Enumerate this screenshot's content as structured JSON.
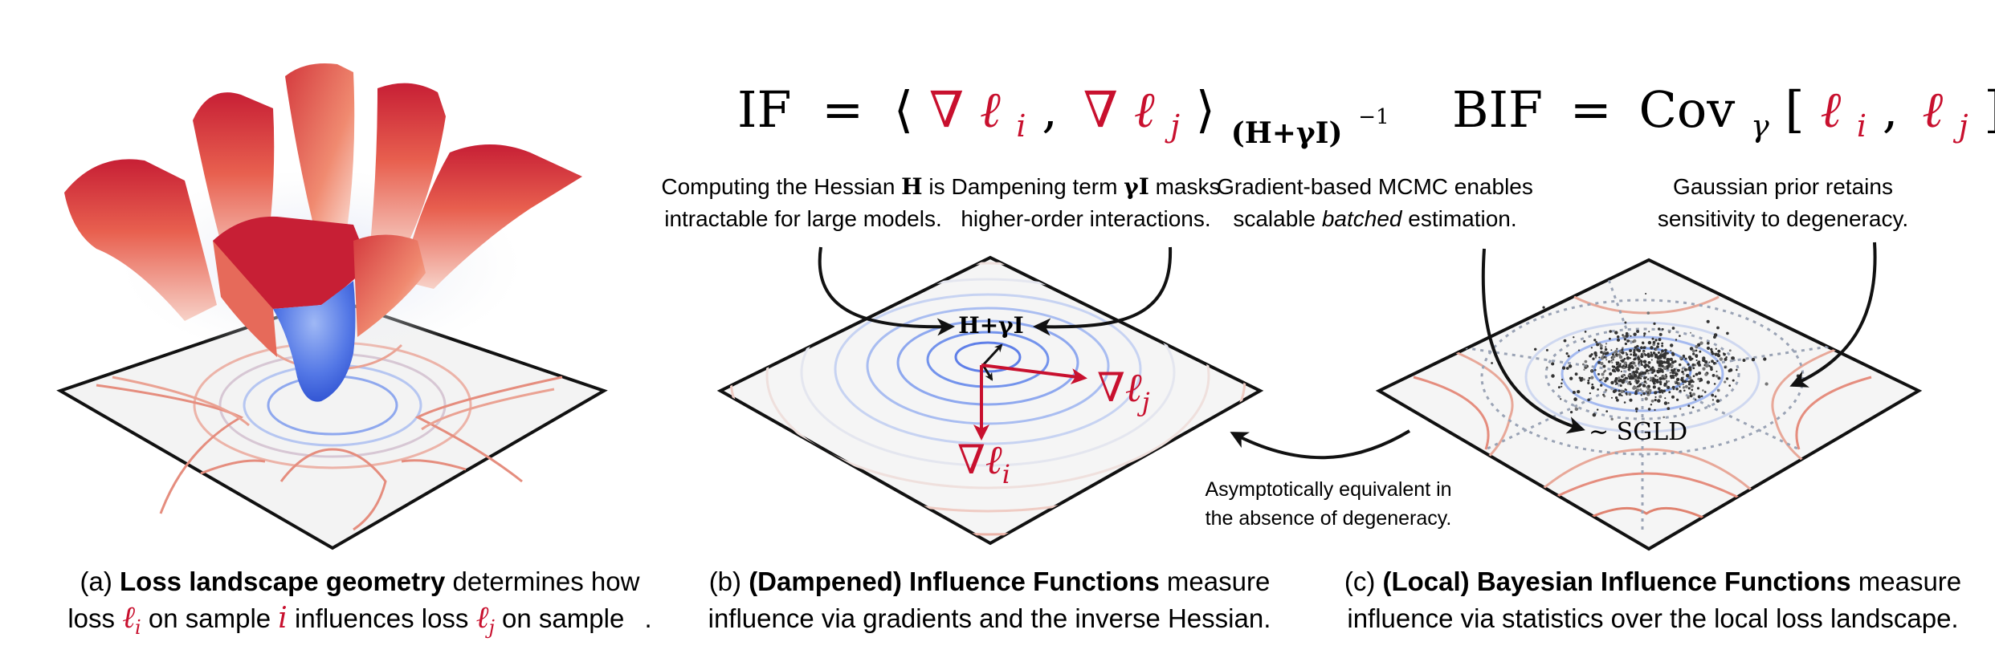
{
  "colors": {
    "red": "#c8102e",
    "ink": "#111111",
    "contour_red": "#e0a39a",
    "contour_blue": "#7f9fe8",
    "surface_top": "#c71f35"
  },
  "panel_b": {
    "formula": {
      "lhs": "IF",
      "eq": "=",
      "lang": "⟨",
      "grad1_nabla": "∇",
      "grad1_l": "ℓ",
      "grad1_sub": "i",
      "comma": ",",
      "grad2_nabla": "∇",
      "grad2_l": "ℓ",
      "grad2_sub": "j",
      "rang": "⟩",
      "sub": "(H+γI)",
      "sup": "−1"
    },
    "note_left": {
      "line1_pre": "Computing the Hessian ",
      "line1_H": "H",
      "line1_post": " is",
      "line2": "intractable for large models."
    },
    "note_right": {
      "line1_pre": "Dampening term ",
      "line1_gamma": "γI",
      "line1_post": " masks",
      "line2": "higher-order interactions."
    },
    "center_label": "H+γI",
    "grad_i": {
      "nabla": "∇",
      "l": "ℓ",
      "sub": "i"
    },
    "grad_j": {
      "nabla": "∇",
      "l": "ℓ",
      "sub": "j"
    }
  },
  "panel_c": {
    "formula": {
      "lhs": "BIF",
      "eq": "=",
      "cov": "Cov",
      "cov_sub": "γ",
      "lb": "[",
      "l1": "ℓ",
      "l1_sub": "i",
      "comma": ",",
      "l2": "ℓ",
      "l2_sub": "j",
      "rb": "]"
    },
    "note_left": {
      "line1": "Gradient-based MCMC enables",
      "line2_pre": "scalable ",
      "line2_italic": "batched",
      "line2_post": " estimation."
    },
    "note_right": {
      "line1": "Gaussian prior retains",
      "line2": "sensitivity to degeneracy."
    },
    "sgld_label": "∼ SGLD"
  },
  "equivalence_note": {
    "line1": "Asymptotically equivalent in",
    "line2": "the absence of degeneracy."
  },
  "captions": {
    "a": {
      "tag": "(a) ",
      "bold": "Loss landscape geometry",
      "rest1": " determines how",
      "line2_a": "loss ",
      "li": "ℓ",
      "li_sub": "i",
      "line2_b": " on sample ",
      "i": "i",
      "line2_c": " influences loss ",
      "lj": "ℓ",
      "lj_sub": "j",
      "line2_d": " on sample",
      "line2_e": " ."
    },
    "b": {
      "tag": "(b) ",
      "bold": "(Dampened) Influence Functions",
      "rest1": " measure",
      "line2": "influence via gradients and the inverse Hessian."
    },
    "c": {
      "tag": "(c) ",
      "bold": "(Local) Bayesian Influence Functions",
      "rest1": " measure",
      "line2": "influence via statistics over the local loss landscape."
    }
  }
}
